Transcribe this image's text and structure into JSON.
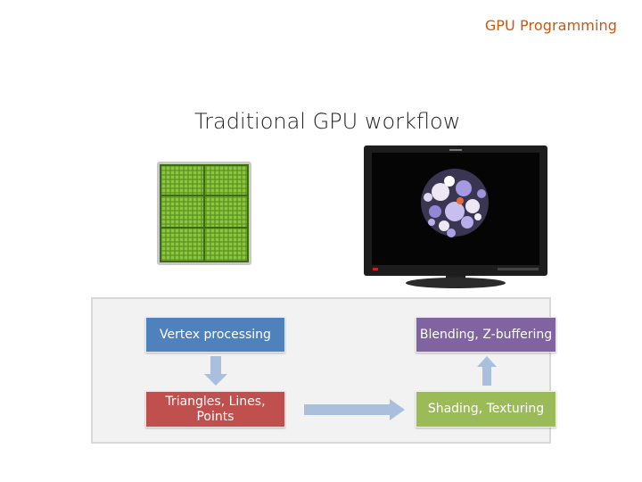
{
  "header": {
    "section_title": "GPU Programming"
  },
  "slide": {
    "title": "Traditional GPU workflow"
  },
  "images": {
    "gpu_chip": "gpu-chip-icon",
    "monitor": "monitor-icon"
  },
  "workflow": {
    "vertex_processing": "Vertex processing",
    "triangles": "Triangles, Lines, Points",
    "shading": "Shading, Texturing",
    "blending": "Blending, Z-buffering"
  },
  "colors": {
    "header": "#c55a11",
    "vertex": "#4f81bd",
    "triangles": "#c0504d",
    "blending": "#8064a2",
    "shading": "#9bbb59",
    "arrow": "#a9bfdc",
    "panel": "#f2f2f2"
  }
}
